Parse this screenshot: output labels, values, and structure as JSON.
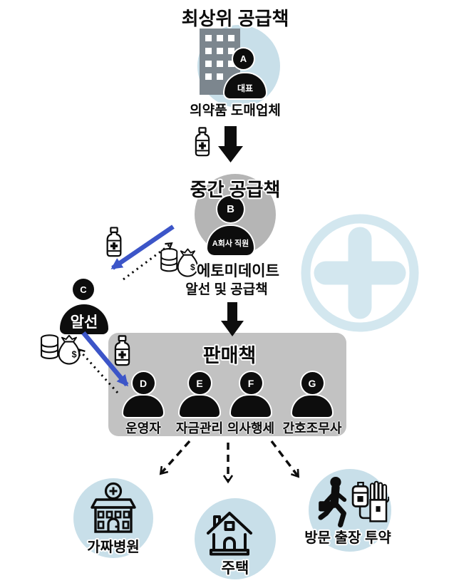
{
  "colors": {
    "light_blue": "#c8dfe9",
    "watermark_blue": "#d3e7ef",
    "gray_circle": "#b5b5b5",
    "gray_box": "#c2c2c2",
    "arrow_blue": "#3c55c8",
    "building_gray": "#7c868e",
    "black": "#0d0d0d"
  },
  "icons": [
    "building-icon",
    "person-icon",
    "medicine-bottle-icon",
    "coin-stack-icon",
    "money-bag-icon",
    "thick-down-arrow-icon",
    "medical-cross-watermark",
    "hospital-icon",
    "house-icon",
    "walking-courier-icon",
    "iv-bag-icon",
    "glove-icon"
  ],
  "top_supplier": {
    "title": "최상위 공급책",
    "badge": "A",
    "role": "대표",
    "caption": "의약품 도매업체"
  },
  "mid_supplier": {
    "title": "중간 공급책",
    "badge": "B",
    "role": "A회사 직원",
    "caption_line1": "에토미데이트",
    "caption_line2": "알선 및 공급책"
  },
  "broker": {
    "badge": "C",
    "role": "알선"
  },
  "sales": {
    "title": "판매책",
    "members": [
      {
        "badge": "D",
        "label": "운영자"
      },
      {
        "badge": "E",
        "label": "자금관리"
      },
      {
        "badge": "F",
        "label": "의사행세"
      },
      {
        "badge": "G",
        "label": "간호조무사"
      }
    ]
  },
  "destinations": {
    "fake_hospital": "가짜병원",
    "house": "주택",
    "visit": "방문 출장 투약"
  },
  "money_symbol": "$"
}
